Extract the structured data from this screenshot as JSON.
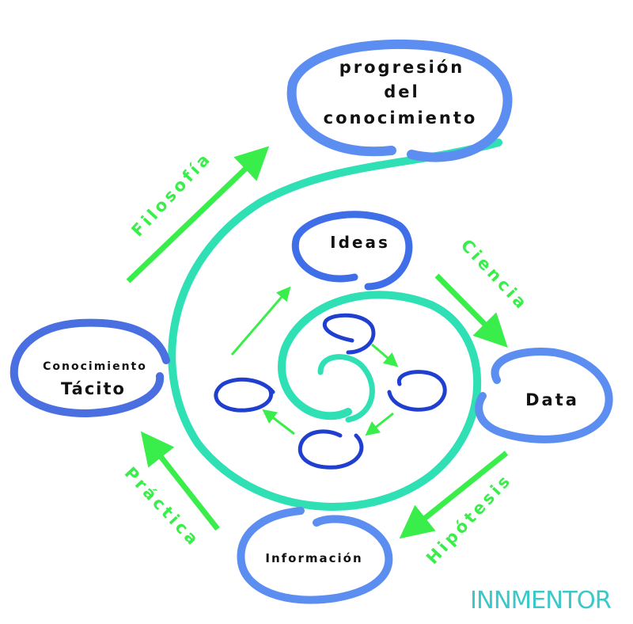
{
  "nodes": {
    "progresion_line1": "progresión",
    "progresion_line2": "del",
    "progresion_line3": "conocimiento",
    "ideas": "Ideas",
    "data": "Data",
    "conocimiento_line1": "Conocimiento",
    "conocimiento_line2": "Tácito",
    "informacion": "Información"
  },
  "transitions": {
    "filosofia": "Filosofía",
    "ciencia": "Ciencia",
    "hipotesis": "Hipótesis",
    "practica": "Práctica"
  },
  "logo": {
    "text": "INNMENTOR"
  },
  "colors": {
    "blue_light": "#5b8ef0",
    "blue_dark": "#1f3fd0",
    "teal": "#2fe0b4",
    "green": "#39ee4a",
    "logo": "#3cc8c8"
  }
}
